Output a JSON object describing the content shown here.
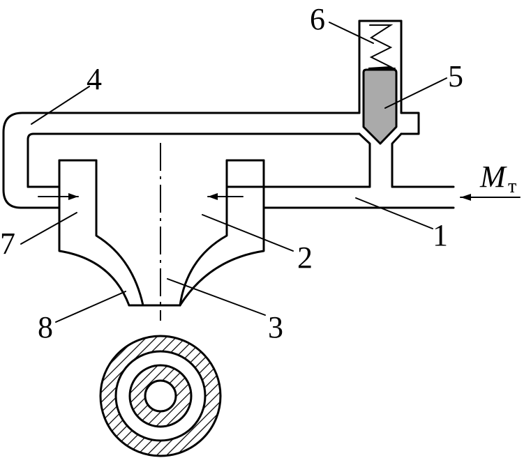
{
  "labels": {
    "l1": "1",
    "l2": "2",
    "l3": "3",
    "l4": "4",
    "l5": "5",
    "l6": "6",
    "l7": "7",
    "l8": "8",
    "flow_symbol": "M",
    "flow_subscript": "т"
  },
  "colors": {
    "line": "#000000",
    "needle_fill": "#aaaaaa",
    "background": "#ffffff"
  }
}
